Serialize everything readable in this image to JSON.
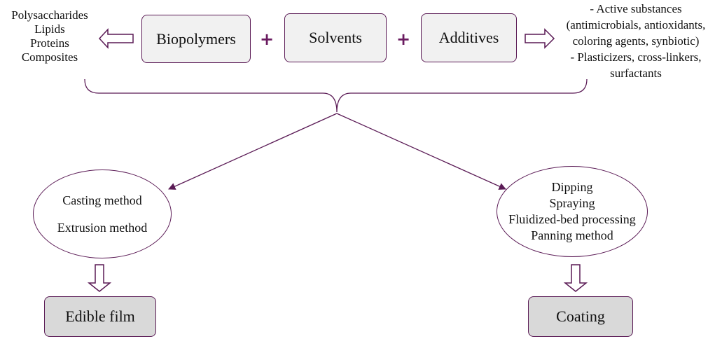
{
  "colors": {
    "accent": "#5a1a55",
    "box_fill": "#f1f1f1",
    "result_fill": "#d9d9d9"
  },
  "top_row": {
    "biopolymers": "Biopolymers",
    "solvents": "Solvents",
    "additives": "Additives",
    "plus_1": "+",
    "plus_2": "+"
  },
  "biopolymer_types": [
    "Polysaccharides",
    "Lipids",
    "Proteins",
    "Composites"
  ],
  "additive_types": [
    "- Active substances",
    "(antimicrobials, antioxidants,",
    "coloring agents, synbiotic)",
    "- Plasticizers, cross-linkers,",
    "surfactants"
  ],
  "film_methods": {
    "line_1": "Casting method",
    "line_2": "Extrusion method"
  },
  "coating_methods": [
    "Dipping",
    "Spraying",
    "Fluidized-bed processing",
    "Panning method"
  ],
  "results": {
    "film": "Edible film",
    "coating": "Coating"
  }
}
